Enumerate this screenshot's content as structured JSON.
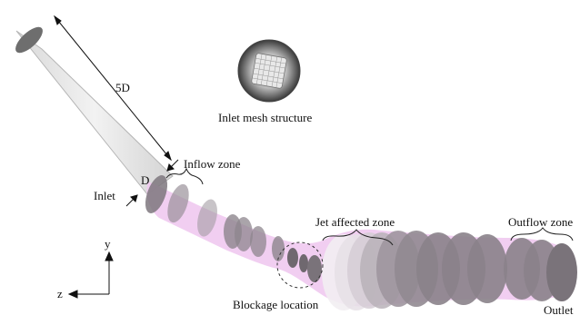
{
  "labels": {
    "inlet_mesh": "Inlet mesh structure",
    "length": "5D",
    "diameter": "D",
    "inflow_zone": "Inflow zone",
    "inlet": "Inlet",
    "jet_zone": "Jet affected zone",
    "outflow_zone": "Outflow zone",
    "blockage": "Blockage location",
    "outlet": "Outlet",
    "axis_y": "y",
    "axis_z": "z"
  },
  "colors": {
    "pipe_fill": "#ececec",
    "pipe_stroke": "#b5b5b5",
    "pipe_end": "#6e6e6e",
    "vessel_pink": "#f0c9ef",
    "section_dark": "#868086",
    "section_light": "#d8d0d8"
  }
}
